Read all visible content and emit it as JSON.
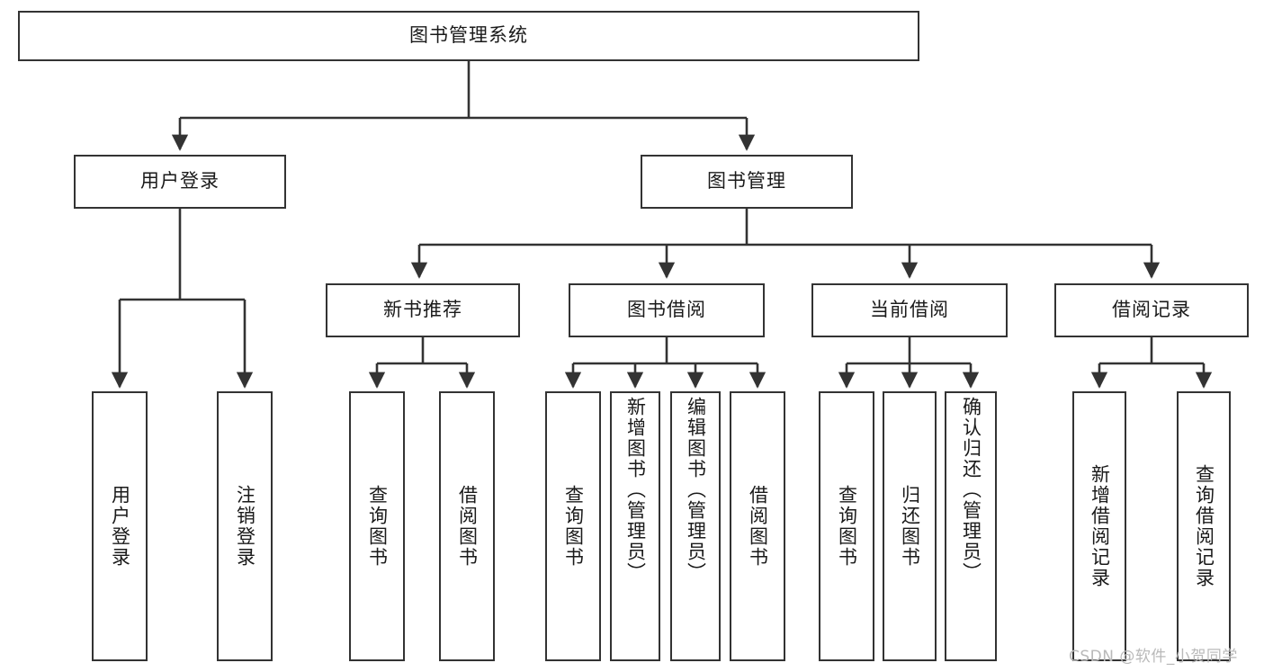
{
  "diagram": {
    "title": "图书管理系统",
    "type": "functional-structure-tree",
    "colors": {
      "box_border": "#333333",
      "box_fill": "#ffffff",
      "connector": "#333333",
      "text": "#1a1a1a",
      "watermark": "#b9b9b9"
    },
    "levels": {
      "root": {
        "label": "图书管理系统",
        "orientation": "horizontal"
      },
      "level2": [
        {
          "id": "user-login",
          "label": "用户登录",
          "orientation": "horizontal"
        },
        {
          "id": "book-management",
          "label": "图书管理",
          "orientation": "horizontal"
        }
      ],
      "level3": [
        {
          "id": "new-book-recommend",
          "label": "新书推荐",
          "orientation": "horizontal",
          "parent": "book-management"
        },
        {
          "id": "book-borrow",
          "label": "图书借阅",
          "orientation": "horizontal",
          "parent": "book-management"
        },
        {
          "id": "current-borrow",
          "label": "当前借阅",
          "orientation": "horizontal",
          "parent": "book-management"
        },
        {
          "id": "borrow-record",
          "label": "借阅记录",
          "orientation": "horizontal",
          "parent": "book-management"
        }
      ],
      "leaves": [
        {
          "id": "leaf-user-login",
          "label": "用户登录",
          "orientation": "vertical",
          "parent": "user-login"
        },
        {
          "id": "leaf-user-logout",
          "label": "注销登录",
          "orientation": "vertical",
          "parent": "user-login"
        },
        {
          "id": "leaf-query-book-1",
          "label": "查询图书",
          "orientation": "vertical",
          "parent": "new-book-recommend"
        },
        {
          "id": "leaf-borrow-book-1",
          "label": "借阅图书",
          "orientation": "vertical",
          "parent": "new-book-recommend"
        },
        {
          "id": "leaf-query-book-2",
          "label": "查询图书",
          "orientation": "vertical",
          "parent": "book-borrow"
        },
        {
          "id": "leaf-add-book",
          "label": "新增图书（管理员）",
          "orientation": "vertical",
          "parent": "book-borrow"
        },
        {
          "id": "leaf-edit-book",
          "label": "编辑图书（管理员）",
          "orientation": "vertical",
          "parent": "book-borrow"
        },
        {
          "id": "leaf-borrow-book-2",
          "label": "借阅图书",
          "orientation": "vertical",
          "parent": "book-borrow"
        },
        {
          "id": "leaf-query-book-3",
          "label": "查询图书",
          "orientation": "vertical",
          "parent": "current-borrow"
        },
        {
          "id": "leaf-return-book",
          "label": "归还图书",
          "orientation": "vertical",
          "parent": "current-borrow"
        },
        {
          "id": "leaf-confirm-return",
          "label": "确认归还（管理员）",
          "orientation": "vertical",
          "parent": "current-borrow"
        },
        {
          "id": "leaf-add-record",
          "label": "新增借阅记录",
          "orientation": "vertical",
          "parent": "borrow-record"
        },
        {
          "id": "leaf-query-record",
          "label": "查询借阅记录",
          "orientation": "vertical",
          "parent": "borrow-record"
        }
      ]
    },
    "watermark": "CSDN @软件_小贺同学"
  }
}
